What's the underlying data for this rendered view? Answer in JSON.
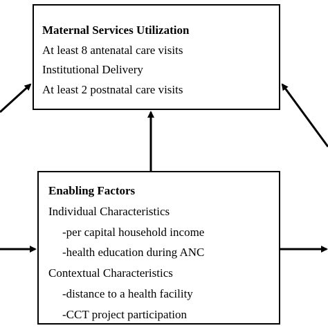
{
  "maternal_services": {
    "title": "Maternal Services Utilization",
    "items": [
      "At least 8 antenatal care visits",
      "Institutional Delivery",
      "At least 2 postnatal care visits"
    ]
  },
  "enabling_factors": {
    "title": "Enabling Factors",
    "individual_heading": "Individual Characteristics",
    "individual_items": [
      "-per capital household income",
      "-health education during ANC"
    ],
    "contextual_heading": "Contextual Characteristics",
    "contextual_items": [
      "-distance to a health facility",
      "-CCT project participation"
    ]
  },
  "colors": {
    "stroke": "#000000",
    "background": "#ffffff"
  }
}
